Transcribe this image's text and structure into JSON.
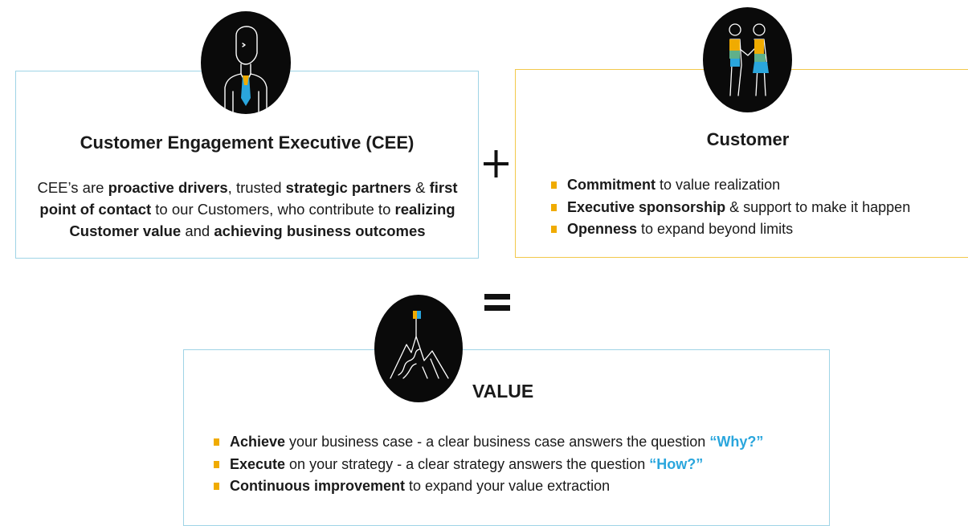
{
  "cee": {
    "title": "Customer Engagement Executive (CEE)",
    "description": [
      {
        "text": "CEE’s are ",
        "bold": false
      },
      {
        "text": "proactive drivers",
        "bold": true
      },
      {
        "text": ", trusted ",
        "bold": false
      },
      {
        "text": "strategic partners",
        "bold": true
      },
      {
        "text": " & ",
        "bold": false
      },
      {
        "text": "first point of contact",
        "bold": true
      },
      {
        "text": " to our Customers, who contribute to ",
        "bold": false
      },
      {
        "text": "realizing Customer value",
        "bold": true
      },
      {
        "text": " and ",
        "bold": false
      },
      {
        "text": "achieving business outcomes",
        "bold": true
      }
    ],
    "icon": "person-with-tie-icon"
  },
  "customer": {
    "title": "Customer",
    "icon": "handshake-icon",
    "bullets": [
      {
        "bold": "Commitment",
        "rest": " to value realization"
      },
      {
        "bold": "Executive sponsorship",
        "rest": " & support to make it happen"
      },
      {
        "bold": "Openness",
        "rest": " to expand beyond limits"
      }
    ]
  },
  "operators": {
    "plus": "+",
    "equals": "="
  },
  "value": {
    "title": "VALUE",
    "icon": "mountain-flag-icon",
    "bullets": [
      {
        "bold": "Achieve",
        "rest": " your business case - a clear business case answers the question ",
        "question": "“Why?”"
      },
      {
        "bold": "Execute",
        "rest": " on your strategy - a clear strategy answers the question ",
        "question": "“How?”"
      },
      {
        "bold": "Continuous improvement",
        "rest": " to expand your value extraction",
        "question": ""
      }
    ]
  },
  "colors": {
    "blue_border": "#9fd4e6",
    "gold_border": "#f2c84b",
    "bullet": "#f0ab00",
    "question": "#2aa6dd"
  }
}
